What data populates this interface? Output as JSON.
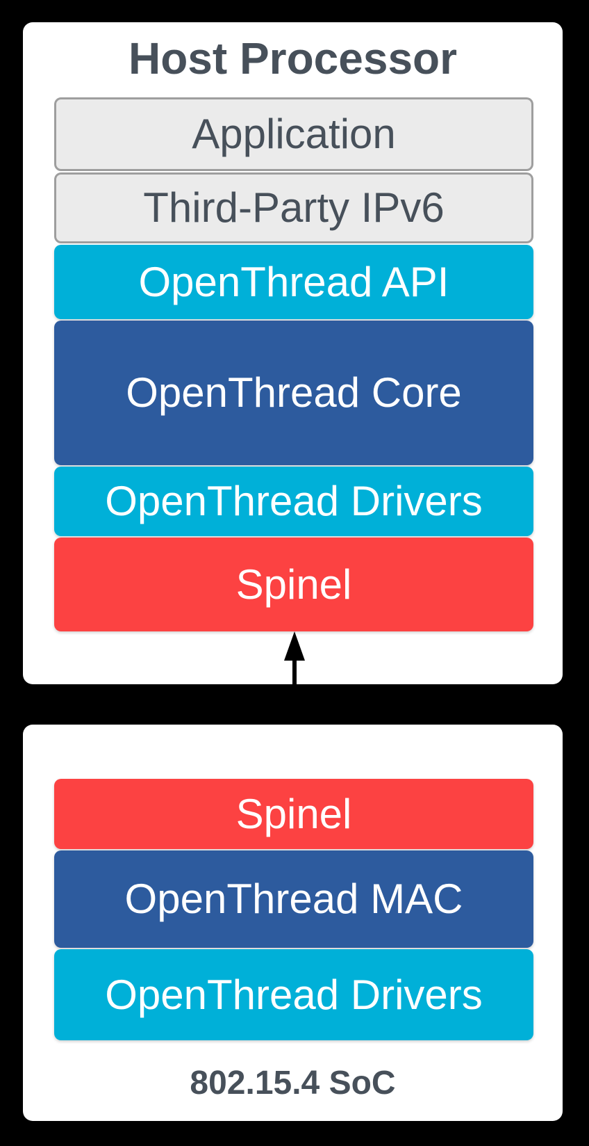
{
  "host": {
    "title": "Host Processor",
    "layers": [
      {
        "label": "Application",
        "type": "gray"
      },
      {
        "label": "Third-Party IPv6",
        "type": "gray"
      },
      {
        "label": "OpenThread API",
        "type": "cyan"
      },
      {
        "label": "OpenThread Core",
        "type": "blue"
      },
      {
        "label": "OpenThread Drivers",
        "type": "cyan"
      },
      {
        "label": "Spinel",
        "type": "red"
      }
    ]
  },
  "soc": {
    "title": "802.15.4 SoC",
    "layers": [
      {
        "label": "Spinel",
        "type": "red"
      },
      {
        "label": "OpenThread MAC",
        "type": "blue"
      },
      {
        "label": "OpenThread Drivers",
        "type": "cyan"
      }
    ]
  },
  "arrow": {
    "name": "spinel-link-arrow",
    "direction": "bidirectional"
  },
  "colors": {
    "background": "#000000",
    "card": "#FFFFFF",
    "gray_fill": "#EBEBEB",
    "gray_border": "#9E9E9E",
    "cyan": "#00B0D8",
    "blue": "#2D5B9E",
    "red": "#FC4242",
    "dark_text": "#47505A",
    "white_text": "#FFFFFF",
    "arrow": "#000000"
  }
}
